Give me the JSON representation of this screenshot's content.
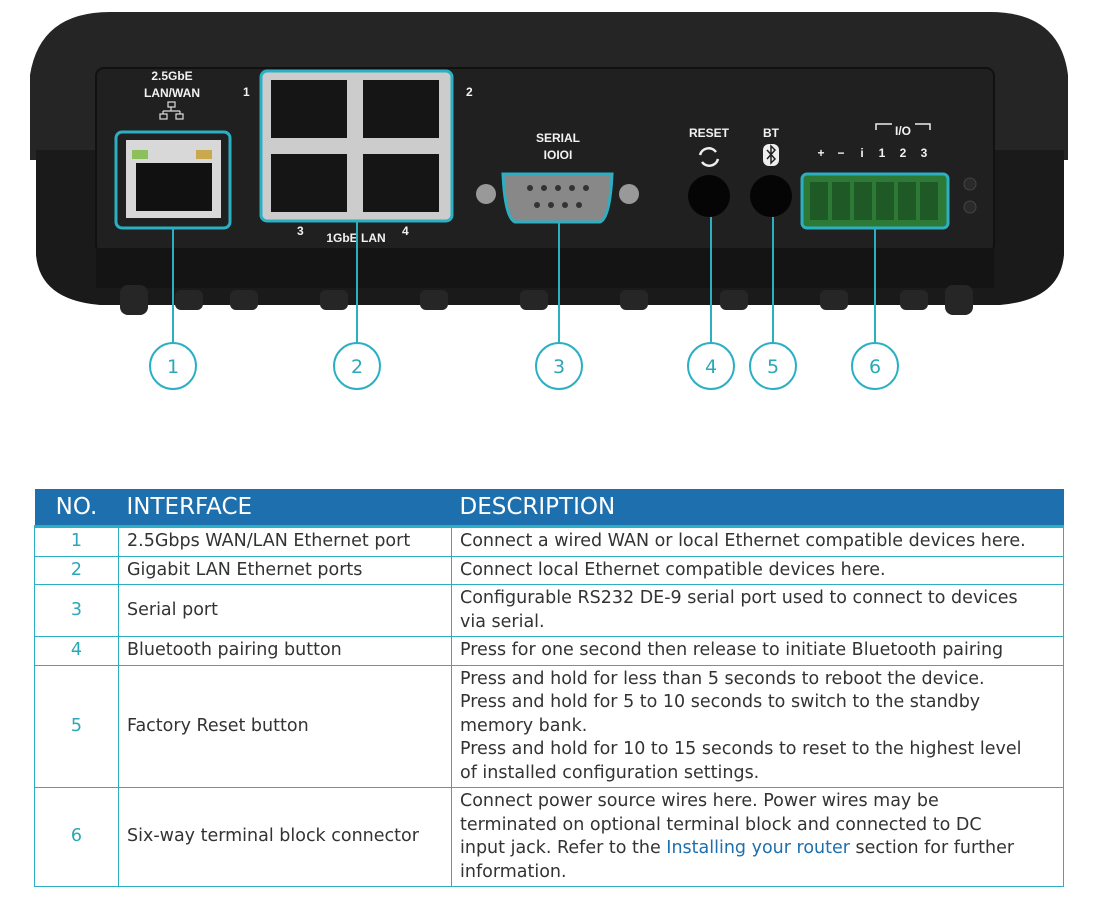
{
  "figure": {
    "port_labels": {
      "wan_top": "2.5GbE",
      "wan_bottom": "LAN/WAN",
      "lan_label": "1GbE LAN",
      "lan_port_1": "1",
      "lan_port_2": "2",
      "lan_port_3": "3",
      "lan_port_4": "4",
      "serial": "SERIAL",
      "serial_sub": "IOIOI",
      "reset": "RESET",
      "bt": "BT",
      "io": "I/O",
      "io_power_plus": "+",
      "io_power_minus": "−",
      "io_i": "i",
      "io_1": "1",
      "io_2": "2",
      "io_3": "3"
    },
    "callouts": [
      "1",
      "2",
      "3",
      "4",
      "5",
      "6"
    ],
    "colors": {
      "accent": "#2bb0c3",
      "header": "#1e6fae",
      "device": "#1c1c1c"
    }
  },
  "table": {
    "headers": {
      "no": "NO.",
      "interface": "INTERFACE",
      "description": "DESCRIPTION"
    },
    "rows": [
      {
        "no": "1",
        "interface": "2.5Gbps WAN/LAN Ethernet port",
        "desc": [
          "Connect a wired WAN or local Ethernet compatible devices here."
        ]
      },
      {
        "no": "2",
        "interface": "Gigabit LAN Ethernet ports",
        "desc": [
          "Connect local Ethernet compatible devices here."
        ]
      },
      {
        "no": "3",
        "interface": "Serial port",
        "desc": [
          "Configurable RS232 DE-9 serial port used to connect to devices",
          "via serial."
        ]
      },
      {
        "no": "4",
        "interface": "Bluetooth pairing button",
        "desc": [
          "Press for one second then release to initiate Bluetooth pairing"
        ]
      },
      {
        "no": "5",
        "interface": "Factory Reset button",
        "desc": [
          "Press and hold for less than 5 seconds to reboot the device.",
          "Press and hold for 5 to 10 seconds to switch to the standby",
          "memory bank.",
          "Press and hold for 10 to 15 seconds to reset to the highest level",
          "of installed configuration settings."
        ]
      },
      {
        "no": "6",
        "interface": "Six-way terminal block connector",
        "desc_lines": {
          "l1": "Connect power source wires here. Power wires may be",
          "l2": "terminated on optional terminal block and connected to DC",
          "l3_pre": "input jack. Refer to the ",
          "l3_link": "Installing your router",
          "l3_post": " section for further",
          "l4": "information."
        }
      }
    ]
  }
}
